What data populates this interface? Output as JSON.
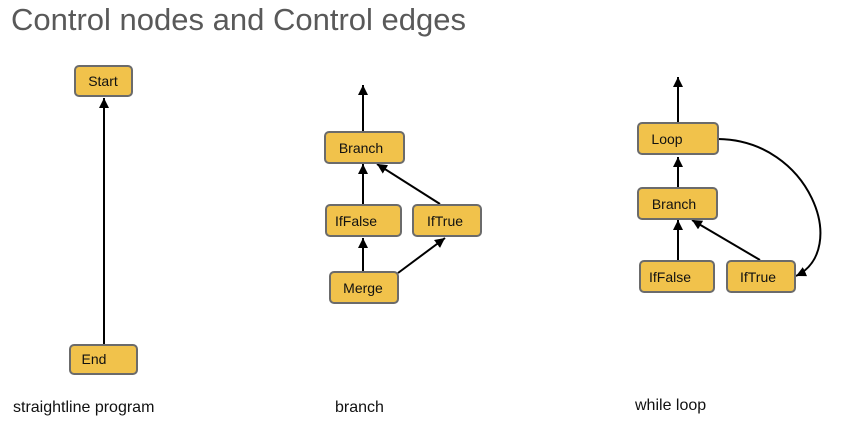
{
  "title": "Control nodes and Control edges",
  "colors": {
    "node_fill": "#f1c24b",
    "node_border": "#6b6b6b",
    "edge": "#000000",
    "title": "#595959"
  },
  "diagrams": {
    "straightline": {
      "caption": "straightline program",
      "nodes": {
        "start": "Start",
        "end": "End"
      }
    },
    "branch": {
      "caption": "branch",
      "nodes": {
        "branch": "Branch",
        "iffalse": "IfFalse",
        "iftrue": "IfTrue",
        "merge": "Merge"
      }
    },
    "while_loop": {
      "caption": "while loop",
      "nodes": {
        "loop": "Loop",
        "branch": "Branch",
        "iffalse": "IfFalse",
        "iftrue": "IfTrue"
      }
    }
  }
}
